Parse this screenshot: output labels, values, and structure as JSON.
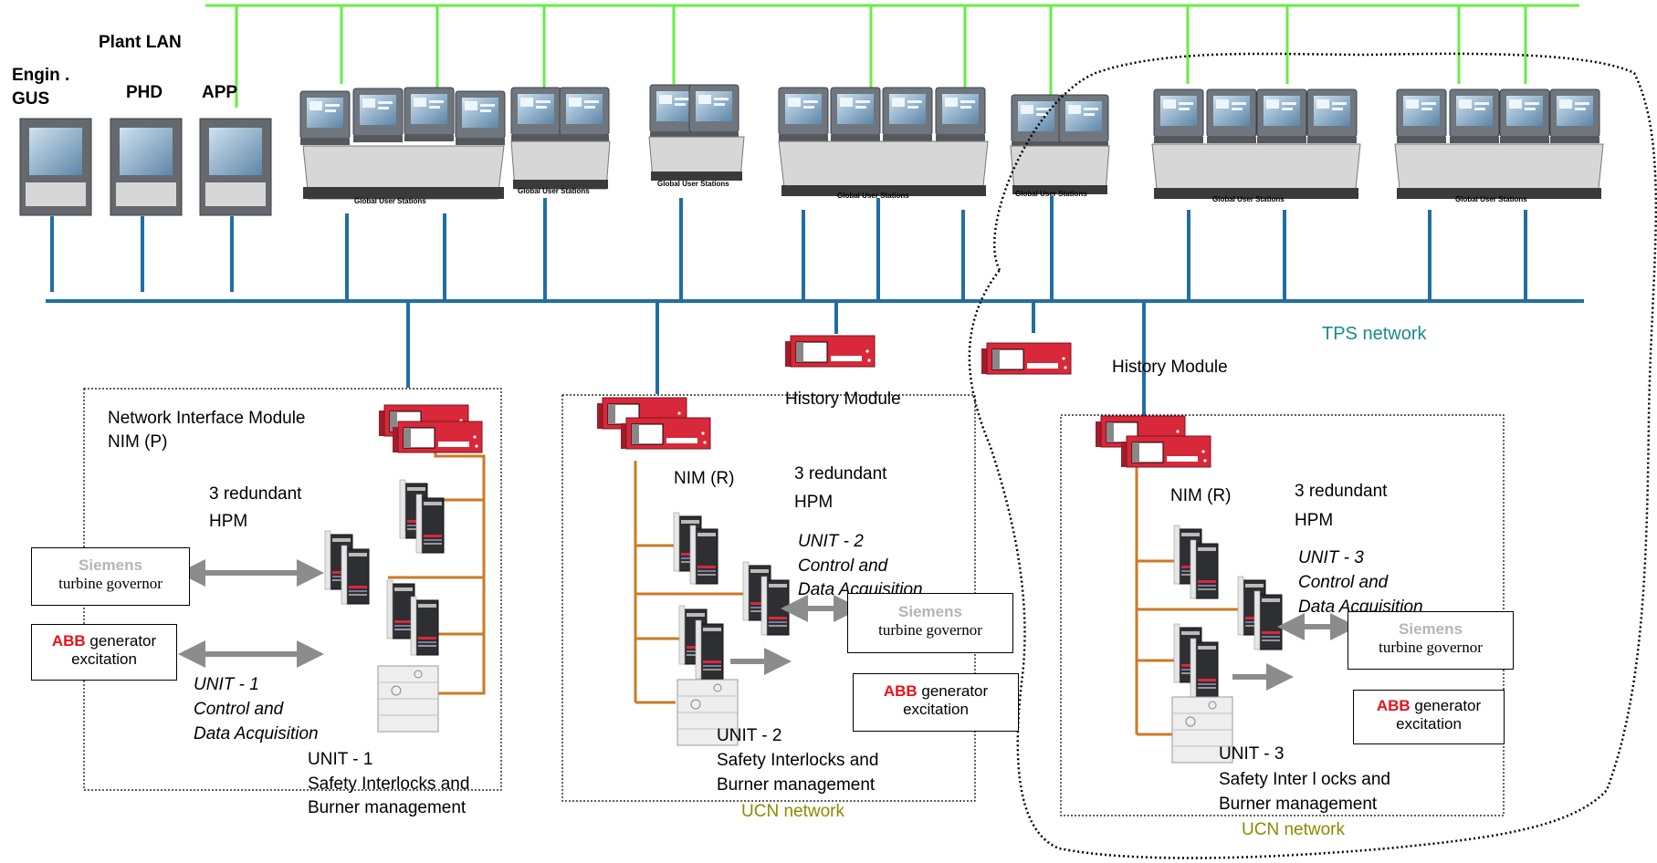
{
  "labels": {
    "plant_lan": "Plant LAN",
    "engin_gus_1": "Engin .",
    "engin_gus_2": "GUS",
    "phd": "PHD",
    "app": "APP",
    "tps_network": "TPS  network",
    "history_module_left": "History  Module",
    "history_module_right": "History  Module",
    "nim_p_1": "Network  Interface  Module",
    "nim_p_2": "NIM  (P)",
    "nim_r_2": "NIM  (R)",
    "nim_r_3": "NIM  (R)",
    "hpm1_a": "3  redundant",
    "hpm1_b": "HPM",
    "hpm2_a": "3  redundant",
    "hpm2_b": "HPM",
    "hpm3_a": "3  redundant",
    "hpm3_b": "HPM",
    "unit1_ctrl_a": "UNIT  -  1",
    "unit1_ctrl_b": "Control  and",
    "unit1_ctrl_c": "Data  Acquisition",
    "unit2_ctrl_a": "UNIT  -  2",
    "unit2_ctrl_b": "Control  and",
    "unit2_ctrl_c": "Data  Acquisition",
    "unit3_ctrl_a": "UNIT  -  3",
    "unit3_ctrl_b": "Control  and",
    "unit3_ctrl_c": "Data  Acquisition",
    "unit1_safe_a": "UNIT  -  1",
    "unit1_safe_b": "Safety  Interlocks  and",
    "unit1_safe_c": "Burner  management",
    "unit2_safe_a": "UNIT  -  2",
    "unit2_safe_b": "Safety  Interlocks  and",
    "unit2_safe_c": "Burner  management",
    "unit3_safe_a": "UNIT  -  3",
    "unit3_safe_b": "Safety  Inter l ocks  and",
    "unit3_safe_c": "Burner  management",
    "ucn_network_2": "UCN  network",
    "ucn_network_3": "UCN  network",
    "global_user_stations": "Global User Stations"
  },
  "siemens_boxes": [
    {
      "brand": "Siemens",
      "text": "turbine governor"
    },
    {
      "brand": "Siemens",
      "text": "turbine governor"
    },
    {
      "brand": "Siemens",
      "text": "turbine governor"
    }
  ],
  "abb_boxes": [
    {
      "brand": "ABB",
      "text_a": "generator",
      "text_b": "excitation"
    },
    {
      "brand": "ABB",
      "text_a": "generator",
      "text_b": "excitation"
    },
    {
      "brand": "ABB",
      "text_a": "generator",
      "text_b": "excitation"
    }
  ],
  "colors": {
    "plant_lan": "#66ee44",
    "tps_bus": "#1f6fa3",
    "ucn_cable": "#cc7a26",
    "module_red": "#d8283a",
    "abb_red": "#e8121b",
    "teal_text": "#1a8a8a",
    "olive_text": "#8a8a00"
  }
}
